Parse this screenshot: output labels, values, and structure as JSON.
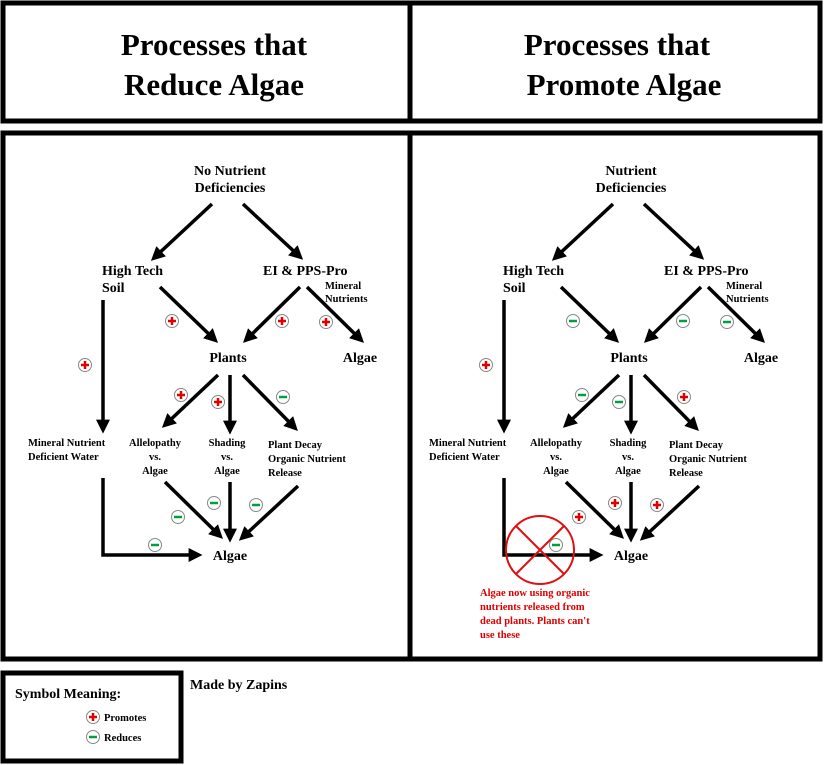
{
  "headers": [
    {
      "line1": "Processes that",
      "line2": "Reduce Algae"
    },
    {
      "line1": "Processes that",
      "line2": "Promote Algae"
    }
  ],
  "panels": [
    {
      "top": [
        "No Nutrient",
        "Deficiencies"
      ],
      "soil": [
        "High Tech",
        "Soil"
      ],
      "ei": "EI & PPS-Pro",
      "mineral": [
        "Mineral",
        "Nutrients"
      ],
      "plants": "Plants",
      "algae_mid": "Algae",
      "water": [
        "Mineral Nutrient",
        "Deficient Water"
      ],
      "allelopathy": [
        "Allelopathy",
        "vs.",
        "Algae"
      ],
      "shading": [
        "Shading",
        "vs.",
        "Algae"
      ],
      "decay": [
        "Plant Decay",
        "Organic Nutrient",
        "Release"
      ],
      "algae_bottom": "Algae",
      "signs": {
        "soil_water": "+",
        "soil_plants": "+",
        "ei_plants": "+",
        "ei_algae": "+",
        "plants_allelopathy": "+",
        "plants_shading": "+",
        "plants_decay": "-",
        "allelopathy_algae": "-",
        "shading_algae": "-",
        "decay_algae": "-",
        "water_algae": "-"
      }
    },
    {
      "top": [
        "Nutrient",
        "Deficiencies"
      ],
      "soil": [
        "High Tech",
        "Soil"
      ],
      "ei": "EI & PPS-Pro",
      "mineral": [
        "Mineral",
        "Nutrients"
      ],
      "plants": "Plants",
      "algae_mid": "Algae",
      "water": [
        "Mineral Nutrient",
        "Deficient Water"
      ],
      "allelopathy": [
        "Allelopathy",
        "vs.",
        "Algae"
      ],
      "shading": [
        "Shading",
        "vs.",
        "Algae"
      ],
      "decay": [
        "Plant Decay",
        "Organic Nutrient",
        "Release"
      ],
      "algae_bottom": "Algae",
      "signs": {
        "soil_water": "+",
        "soil_plants": "-",
        "ei_plants": "-",
        "ei_algae": "-",
        "plants_allelopathy": "-",
        "plants_shading": "-",
        "plants_decay": "+",
        "allelopathy_algae": "+",
        "shading_algae": "+",
        "decay_algae": "+",
        "water_algae": "-"
      },
      "blocked_path": "water_algae",
      "note": [
        "Algae now using organic",
        "nutrients released from",
        "dead plants. Plants can't",
        "use these"
      ]
    }
  ],
  "legend": {
    "title": "Symbol Meaning:",
    "promotes": "Promotes",
    "reduces": "Reduces"
  },
  "credit": "Made by Zapins",
  "colors": {
    "promote": "#e00000",
    "reduce": "#00a040",
    "note": "#e00000"
  }
}
